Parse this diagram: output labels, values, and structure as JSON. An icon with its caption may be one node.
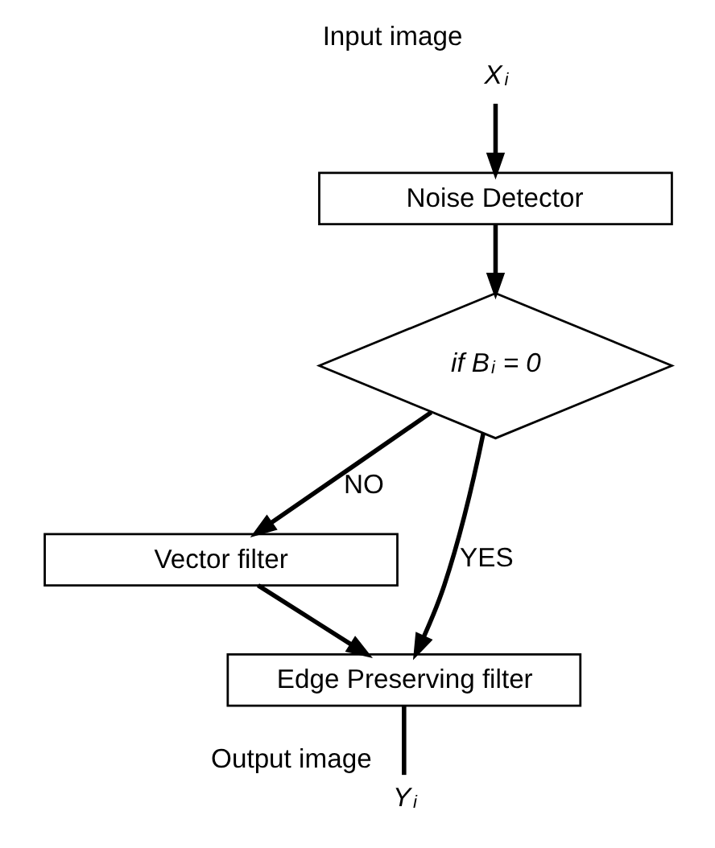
{
  "diagram": {
    "nodes": [
      {
        "text": [
          "X$_{i}$"
        ],
        "beside": [
          "Input image"
        ]
      },
      {
        "text": [
          "Noise Detector"
        ]
      },
      {
        "text": [
          "if B$_{i}$ = 0"
        ]
      },
      {
        "text": [
          "Vector filter"
        ]
      },
      {
        "text": [
          "Edge Preserving filter"
        ]
      },
      {
        "text": [
          "Y$_{i}$"
        ],
        "beside": [
          "Output image"
        ]
      }
    ],
    "edges": [
      {
        "from": 0,
        "to": 1,
        "arrow": "to"
      },
      {
        "from": 1,
        "to": 2,
        "arrow": "to"
      },
      {
        "from": 2,
        "to": 4,
        "arrow": "to",
        "label": "YES"
      },
      {
        "from": 2,
        "to": 3,
        "arrow": "to",
        "label": "NO"
      },
      {
        "from": 3,
        "to": 4,
        "arrow": "to"
      },
      {
        "from": 4,
        "to": 5,
        "arrow": "none"
      }
    ]
  }
}
